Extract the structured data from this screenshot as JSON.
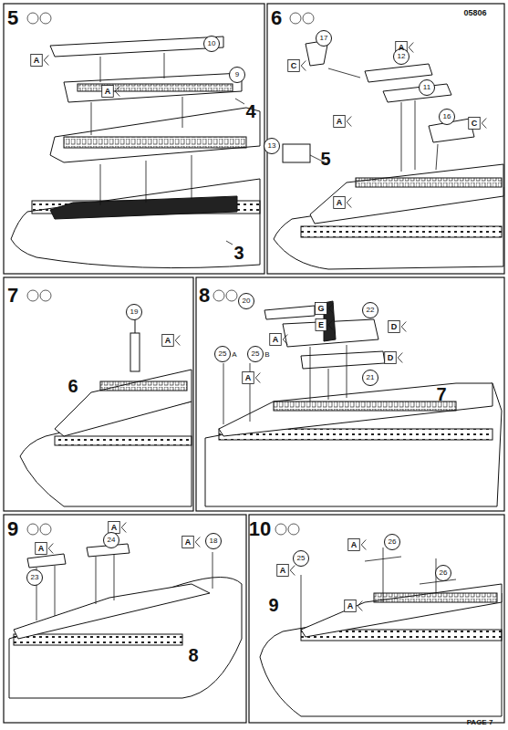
{
  "diagram": {
    "nodes": [
      {
        "text": [
          "10"
        ]
      },
      {
        "text": [
          "9"
        ]
      },
      {
        "text": [
          "17"
        ]
      },
      {
        "text": [
          "12"
        ]
      },
      {
        "text": [
          "11"
        ]
      },
      {
        "text": [
          "16"
        ]
      },
      {
        "text": [
          "13"
        ]
      },
      {
        "text": [
          "19"
        ]
      },
      {
        "text": [
          "20"
        ]
      },
      {
        "text": [
          "22"
        ]
      },
      {
        "text": [
          "21"
        ]
      },
      {
        "text": [
          "25"
        ]
      },
      {
        "text": [
          "25"
        ]
      },
      {
        "text": [
          "23"
        ]
      },
      {
        "text": [
          "24"
        ]
      },
      {
        "text": [
          "18"
        ]
      },
      {
        "text": [
          "25"
        ]
      },
      {
        "text": [
          "26"
        ]
      },
      {
        "text": [
          "26"
        ]
      }
    ],
    "labels": [
      "05806",
      "5",
      "6",
      "7",
      "8",
      "9",
      "10",
      "A",
      "A",
      "4",
      "3",
      "C",
      "A",
      "A",
      "C",
      "A",
      "5",
      "A",
      "6",
      "G",
      "E",
      "D",
      "D",
      "A",
      "B",
      "A",
      "A",
      "7",
      "A",
      "A",
      "A",
      "8",
      "A",
      "A",
      "A",
      "9",
      "PAGE 7"
    ]
  }
}
